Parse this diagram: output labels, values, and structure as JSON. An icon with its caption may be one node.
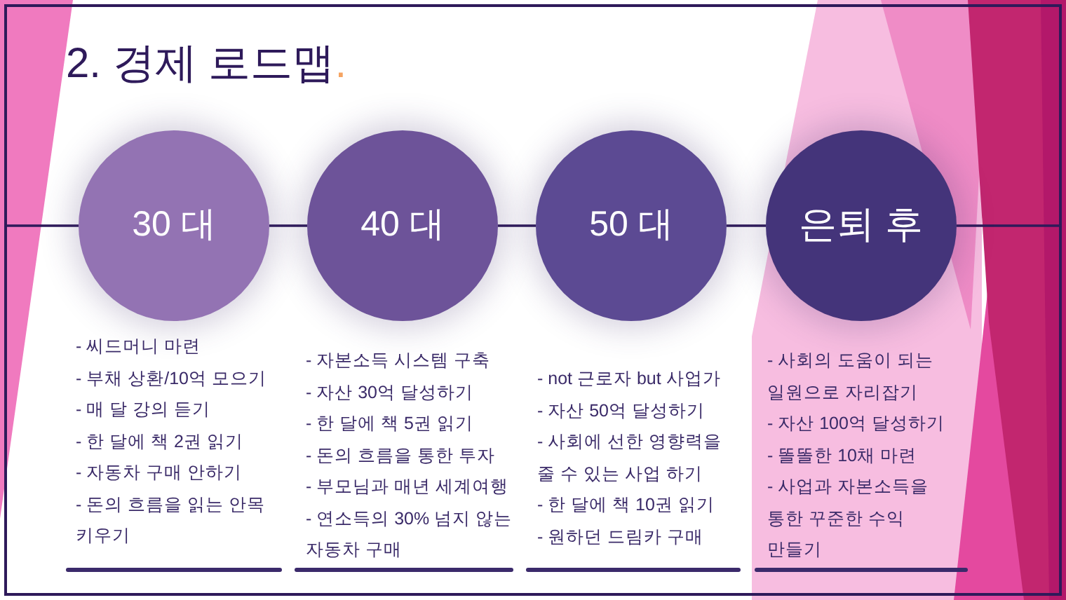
{
  "diagram": {
    "title": "2. 경제 로드맵.",
    "nodes": [
      {
        "text": [
          "30 대"
        ],
        "beside": [
          "- 씨드머니 마련",
          "- 부채 상환/10억 모으기",
          "- 매 달 강의 듣기",
          "- 한 달에 책 2권 읽기",
          "- 자동차 구매 안하기",
          "- 돈의 흐름을 읽는 안목 키우기"
        ]
      },
      {
        "text": [
          "40 대"
        ],
        "beside": [
          "- 자본소득 시스템 구축",
          "- 자산 30억 달성하기",
          "- 한 달에 책 5권 읽기",
          "- 돈의 흐름을 통한 투자",
          "- 부모님과 매년 세계여행",
          "- 연소득의 30% 넘지 않는 자동차 구매"
        ]
      },
      {
        "text": [
          "50 대"
        ],
        "beside": [
          "- not 근로자 but 사업가",
          "- 자산 50억 달성하기",
          "- 사회에 선한 영향력을 줄 수 있는 사업 하기",
          "- 한 달에 책 10권 읽기",
          "- 원하던 드림카 구매"
        ]
      },
      {
        "text": [
          "은퇴 후"
        ],
        "beside": [
          "- 사회의 도움이 되는 일원으로 자리잡기",
          "- 자산 100억 달성하기",
          "- 똘똘한 10채 마련",
          "- 사업과 자본소득을 통한 꾸준한 수익 만들기"
        ]
      }
    ],
    "edges": [
      {
        "from": null,
        "to": 0,
        "arrow": "none"
      },
      {
        "from": 0,
        "to": 1,
        "arrow": "none"
      },
      {
        "from": 1,
        "to": 2,
        "arrow": "none"
      },
      {
        "from": 2,
        "to": 3,
        "arrow": "none"
      },
      {
        "from": 3,
        "to": null,
        "arrow": "none"
      }
    ]
  }
}
